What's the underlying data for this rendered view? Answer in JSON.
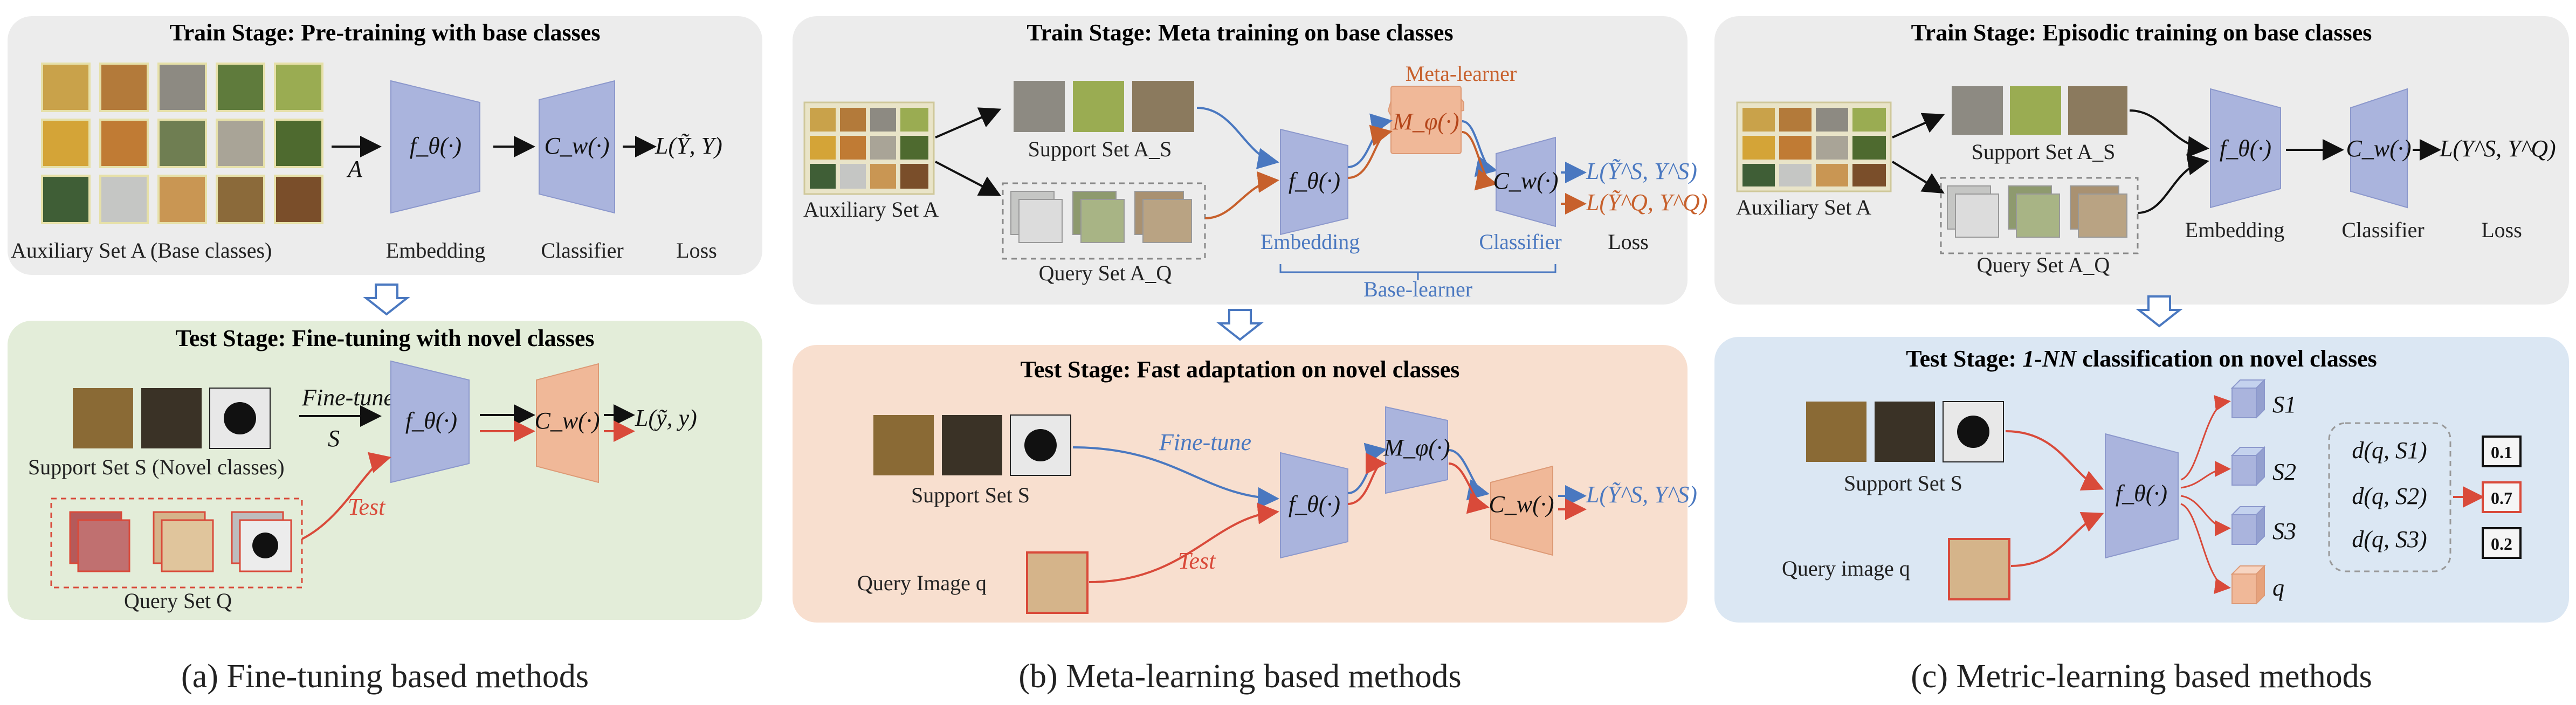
{
  "panels": [
    {
      "train_title": "Train Stage: Pre-training with base classes",
      "aux_label": "Auxiliary Set A (Base classes)",
      "arrow_label": "A",
      "embedding_label": "Embedding",
      "classifier_label": "Classifier",
      "loss_label": "Loss",
      "embed_sym": "f_θ(·)",
      "cls_sym": "C_w(·)",
      "loss_train": "L(Ỹ, Y)",
      "test_title": "Test Stage: Fine-tuning with novel classes",
      "support_label": "Support Set S (Novel classes)",
      "finetune_label": "Fine-tune",
      "finetune_sub": "S",
      "test_label": "Test",
      "query_label": "Query Set Q",
      "loss_test": "L(ỹ, y)",
      "caption": "(a) Fine-tuning based methods"
    },
    {
      "train_title": "Train Stage: Meta training on base classes",
      "aux_label": "Auxiliary Set A",
      "support_label": "Support Set A_S",
      "query_label": "Query Set A_Q",
      "metalearner_label": "Meta-learner",
      "meta_sym": "M_φ(·)",
      "embed_sym": "f_θ(·)",
      "cls_sym": "C_w(·)",
      "embedding_label": "Embedding",
      "classifier_label": "Classifier",
      "loss_label": "Loss",
      "baselearner_label": "Base-learner",
      "loss_s": "L(Ỹ^S, Y^S)",
      "loss_q": "L(Ỹ^Q, Y^Q)",
      "test_title": "Test Stage: Fast adaptation on novel classes",
      "test_support_label": "Support Set S",
      "finetune_label": "Fine-tune",
      "test_label": "Test",
      "query_image_label": "Query Image q",
      "loss_test": "L(Ỹ^S, Y^S)",
      "caption": "(b) Meta-learning based methods"
    },
    {
      "train_title": "Train Stage: Episodic training on base classes",
      "aux_label": "Auxiliary Set A",
      "support_label": "Support Set A_S",
      "query_label": "Query Set A_Q",
      "embed_sym": "f_θ(·)",
      "cls_sym": "C_w(·)",
      "loss_train": "L(Y^S, Y^Q)",
      "embedding_label": "Embedding",
      "classifier_label": "Classifier",
      "loss_label": "Loss",
      "test_title_prefix": "Test Stage: ",
      "test_title_italic": "1-NN",
      "test_title_suffix": " classification on novel classes",
      "test_support_label": "Support Set S",
      "query_image_label": "Query image q",
      "feat_labels": [
        "S1",
        "S2",
        "S3",
        "q"
      ],
      "dist_labels": [
        "d(q, S1)",
        "d(q, S2)",
        "d(q, S3)"
      ],
      "scores": [
        "0.1",
        "0.7",
        "0.2"
      ],
      "caption": "(c) Metric-learning based methods"
    }
  ],
  "colors": {
    "panel_gray": "#ececec",
    "panel_green": "#e3edd9",
    "panel_salmon": "#f8dfcf",
    "panel_blue": "#dbe7f3",
    "embed_fill": "#aab4dd",
    "cls_orange": "#f0b898",
    "arrow_blue": "#4a78c0",
    "arrow_red": "#d94a3a",
    "meta_text": "#c7602c"
  },
  "icons": [
    "animal-thumbnail",
    "down-arrow-icon",
    "trapezoid-embedding",
    "trapezoid-classifier",
    "feature-cube-icon"
  ]
}
